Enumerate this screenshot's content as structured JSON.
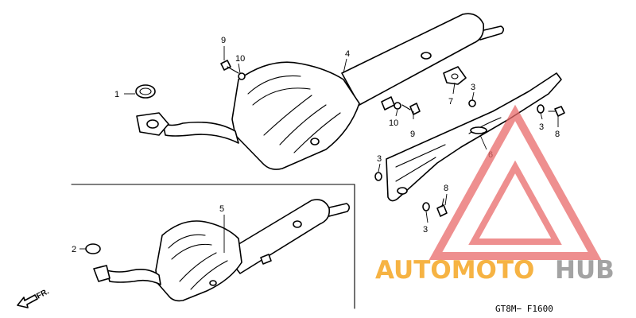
{
  "diagram": {
    "callouts": {
      "p1": "1",
      "p2": "2",
      "p3a": "3",
      "p3b": "3",
      "p3c": "3",
      "p3d": "3",
      "p4": "4",
      "p5": "5",
      "p6": "6",
      "p7": "7",
      "p8a": "8",
      "p8b": "8",
      "p9a": "9",
      "p9b": "9",
      "p10a": "10",
      "p10b": "10"
    },
    "direction_label": "FR.",
    "figure_code": "GT8M− F1600"
  },
  "watermark": {
    "brand_part_1": "AUTOMOTO",
    "brand_part_2": "HUB",
    "brand_color_1": "#f5a623",
    "brand_color_2": "#9a9a9a",
    "logo_color": "#e86a6a"
  }
}
